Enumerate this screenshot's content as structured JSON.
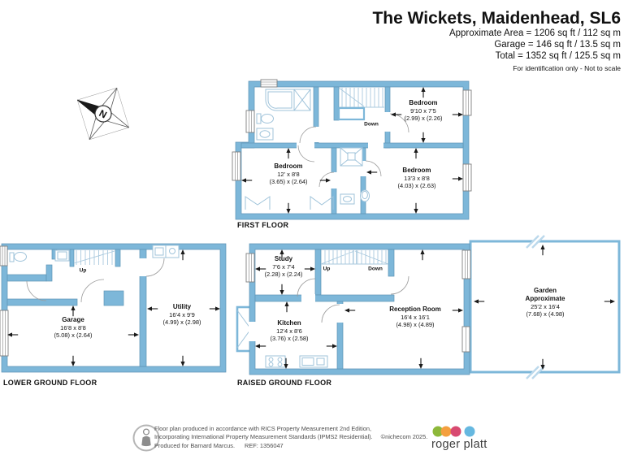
{
  "header": {
    "title": "The Wickets, Maidenhead, SL6",
    "approx_area": "Approximate Area = 1206 sq ft / 112 sq m",
    "garage_area": "Garage = 146 sq ft / 13.5 sq m",
    "total_area": "Total = 1352 sq ft / 125.5 sq m",
    "note": "For identification only - Not to scale"
  },
  "compass": {
    "north_label": "N"
  },
  "floors": {
    "first": {
      "label": "FIRST FLOOR",
      "stairs_label": "Down",
      "rooms": [
        {
          "name": "Bedroom",
          "dims_ft": "9'10 x 7'5",
          "dims_m": "(2.99) x (2.26)"
        },
        {
          "name": "Bedroom",
          "dims_ft": "12' x 8'8",
          "dims_m": "(3.65) x (2.64)"
        },
        {
          "name": "Bedroom",
          "dims_ft": "13'3 x 8'8",
          "dims_m": "(4.03) x (2.63)"
        }
      ]
    },
    "lower_ground": {
      "label": "LOWER GROUND FLOOR",
      "stairs_label": "Up",
      "rooms": [
        {
          "name": "Garage",
          "dims_ft": "16'8 x 8'8",
          "dims_m": "(5.08) x (2.64)"
        },
        {
          "name": "Utility",
          "dims_ft": "16'4 x 9'9",
          "dims_m": "(4.99) x (2.98)"
        }
      ]
    },
    "raised_ground": {
      "label": "RAISED GROUND FLOOR",
      "stairs_up_label": "Up",
      "stairs_down_label": "Down",
      "rooms": [
        {
          "name": "Study",
          "dims_ft": "7'6 x 7'4",
          "dims_m": "(2.28) x (2.24)"
        },
        {
          "name": "Kitchen",
          "dims_ft": "12'4 x 8'6",
          "dims_m": "(3.76) x (2.58)"
        },
        {
          "name": "Reception Room",
          "dims_ft": "16'4 x 16'1",
          "dims_m": "(4.98) x (4.89)"
        }
      ],
      "garden": {
        "name": "Garden",
        "qualifier": "Approximate",
        "dims_ft": "25'2 x 16'4",
        "dims_m": "(7.68) x (4.98)"
      }
    }
  },
  "footer": {
    "line1": "Floor plan produced in accordance with RICS Property Measurement 2nd Edition,",
    "line2": "Incorporating International Property Measurement Standards (IPMS2 Residential).",
    "copyright": "©nichecom 2025.",
    "line3": "Produced for Barnard Marcus.",
    "ref": "REF: 1356047",
    "logo_text": "roger platt"
  },
  "colors": {
    "wall_blue": "#7db7d9",
    "fixture_blue": "#9fc3da",
    "logo_green": "#8db83a",
    "logo_orange": "#f49f3e",
    "logo_pink": "#d84a71",
    "logo_blue": "#66b8e0"
  }
}
